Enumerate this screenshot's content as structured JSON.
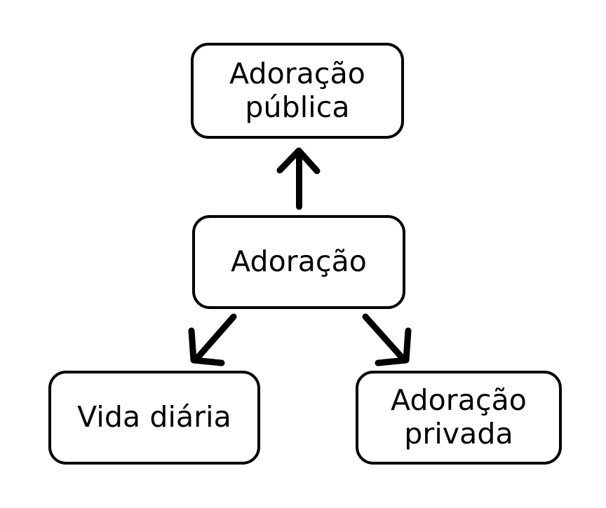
{
  "diagram": {
    "title": "Adoração",
    "background_color": "#ffffff",
    "stroke_color": "#000000",
    "nodes": [
      {
        "id": "adoracao-publica",
        "label": "Adoração\npública",
        "position": "top-center"
      },
      {
        "id": "adoracao",
        "label": "Adoração",
        "position": "middle-center"
      },
      {
        "id": "vida-diaria",
        "label": "Vida diária",
        "position": "bottom-left"
      },
      {
        "id": "adoracao-privada",
        "label": "Adoração\nprivada",
        "position": "bottom-right"
      }
    ],
    "edges": [
      {
        "id": "edge-adoracao-to-publica",
        "from": "adoracao",
        "to": "adoracao-publica",
        "direction": "up",
        "arrowhead": "open-v"
      },
      {
        "id": "edge-adoracao-to-vida-diaria",
        "from": "adoracao",
        "to": "vida-diaria",
        "direction": "down-left",
        "arrowhead": "open-v"
      },
      {
        "id": "edge-adoracao-to-privada",
        "from": "adoracao",
        "to": "adoracao-privada",
        "direction": "down-right",
        "arrowhead": "open-v"
      }
    ]
  }
}
